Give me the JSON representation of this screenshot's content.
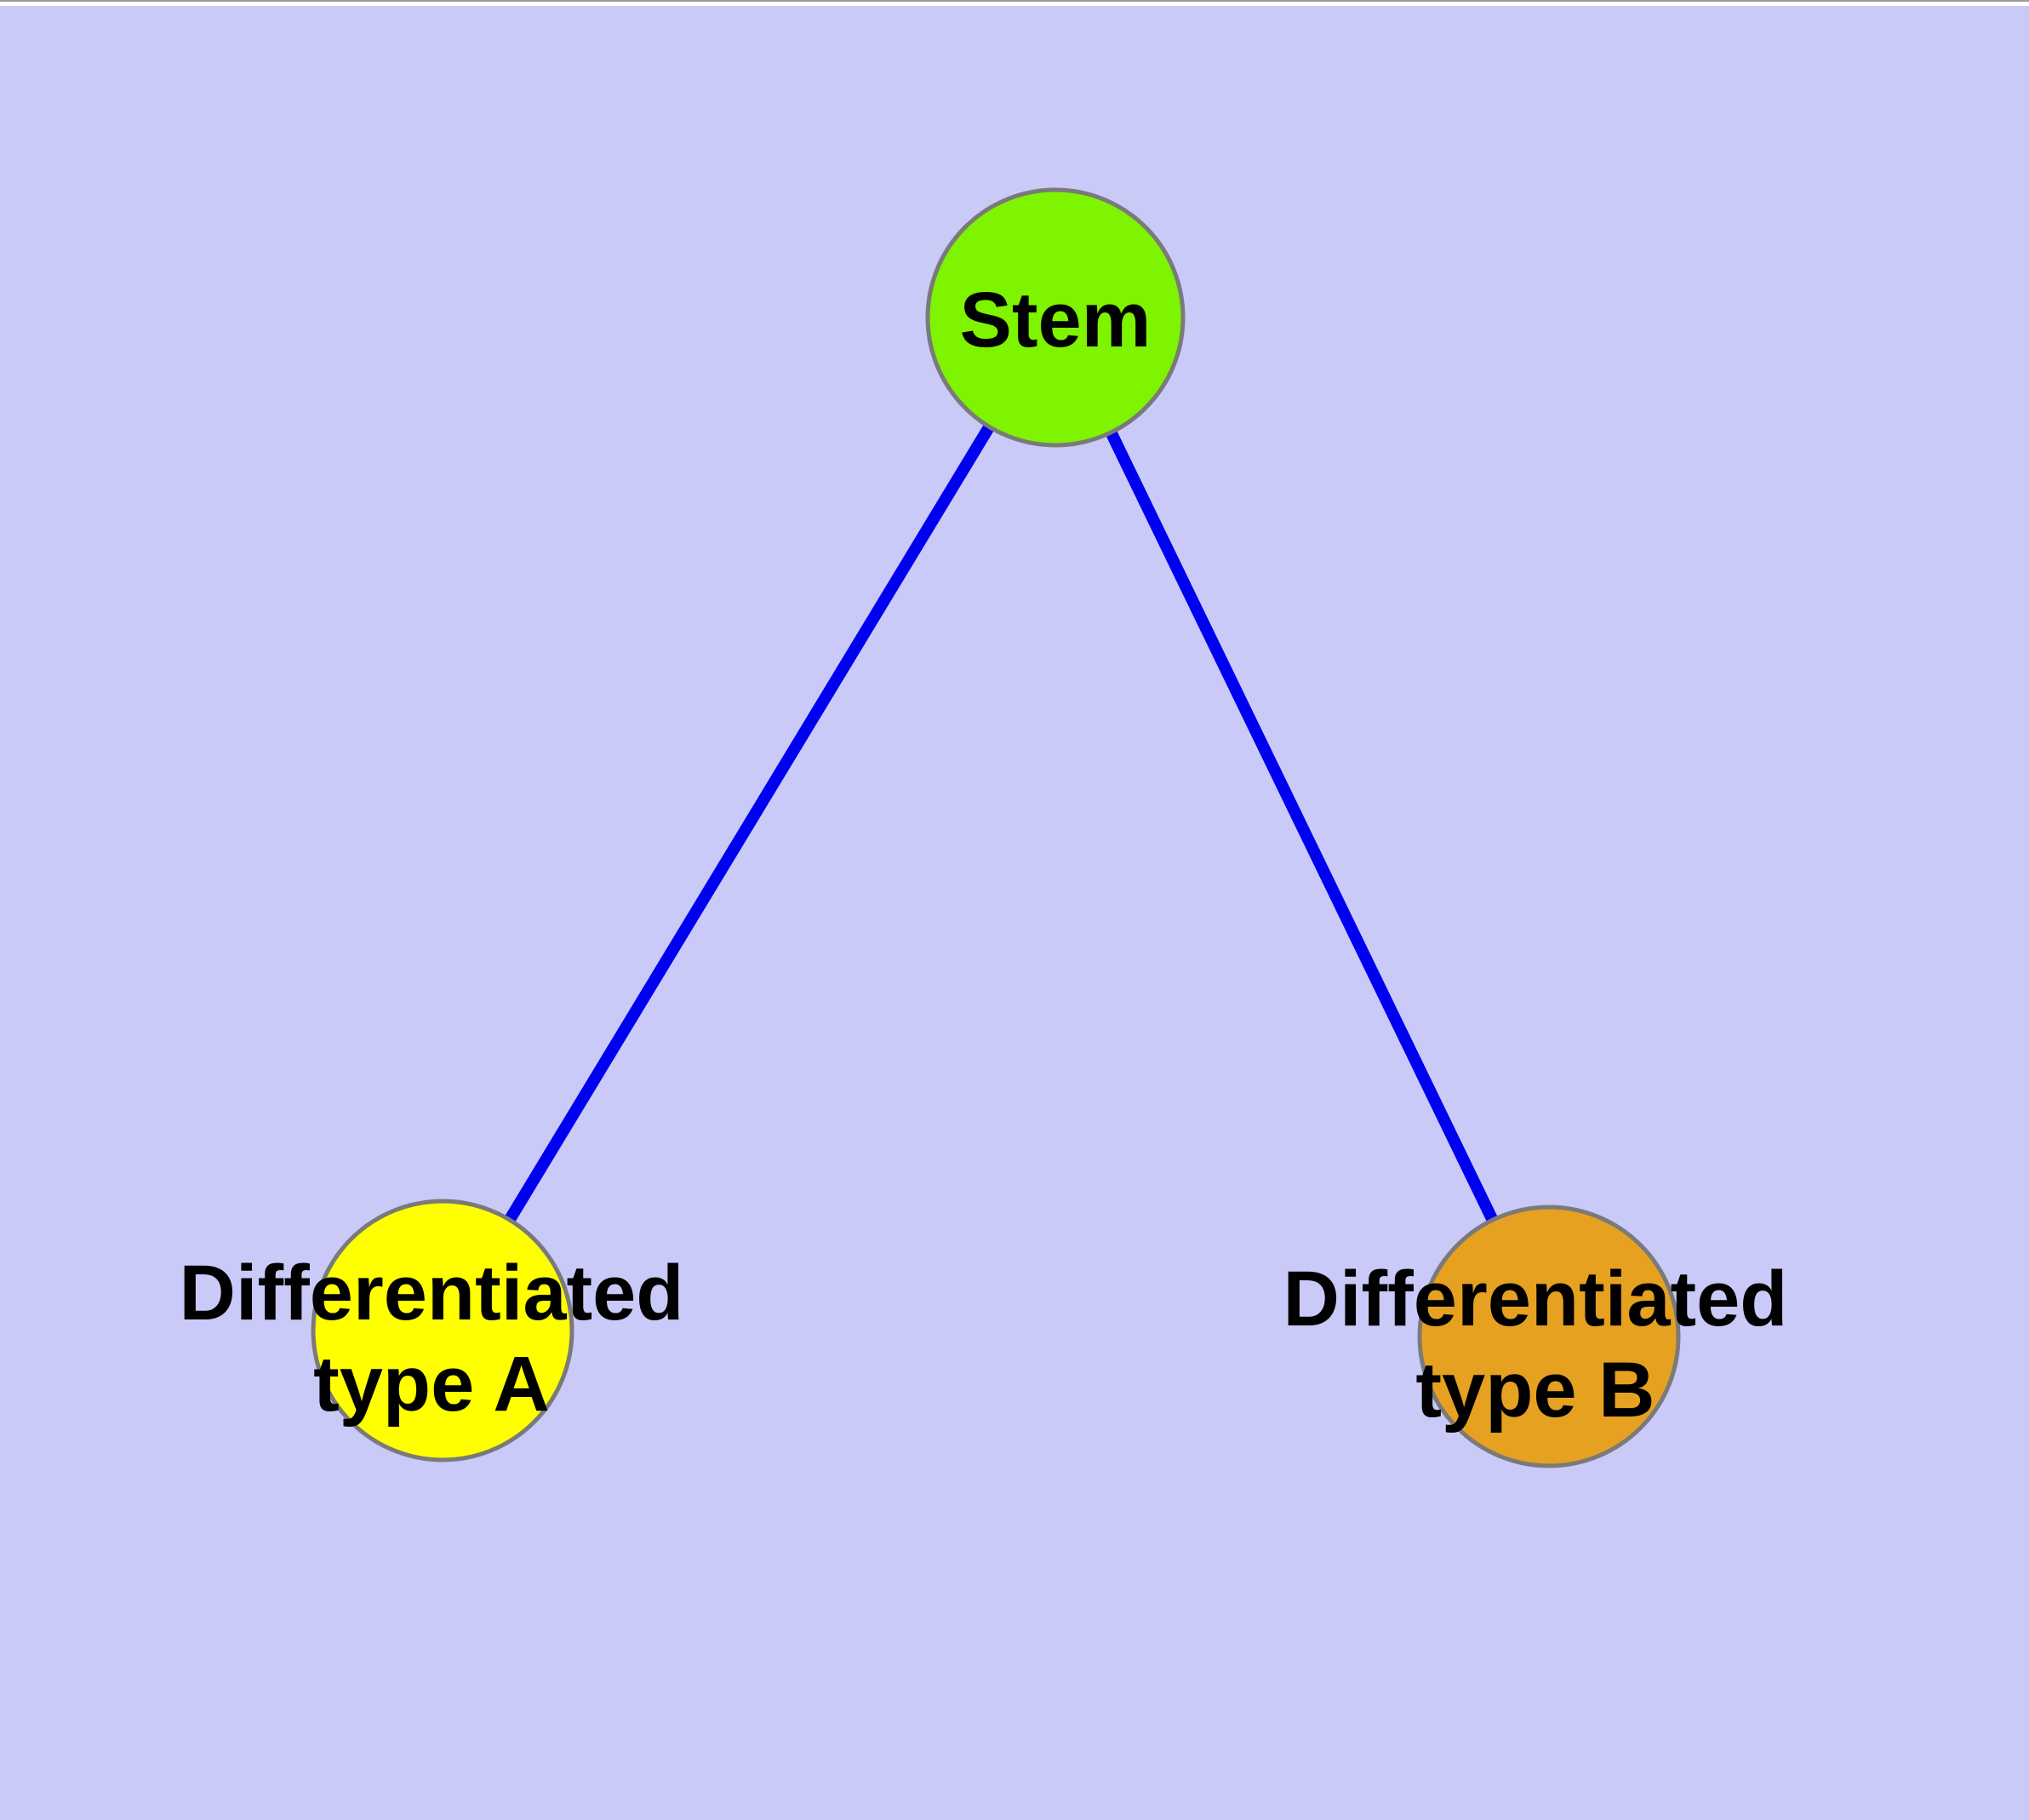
{
  "colors": {
    "background": "#cacaf8",
    "top_strip": "#ffffff",
    "top_strip_border": "#9a9aa4",
    "edge": "#0000f0",
    "node_border": "#7a7a7a",
    "text": "#000000"
  },
  "graph": {
    "nodes": {
      "stem": {
        "label": "Stem",
        "fill": "#7ef400"
      },
      "type_a": {
        "label_line1": "Differentiated",
        "label_line2": "type A",
        "fill": "#ffff00"
      },
      "type_b": {
        "label_line1": "Differentiated",
        "label_line2": "type B",
        "fill": "#e7a120"
      }
    },
    "edges": [
      {
        "from": "Stem",
        "to": "Differentiated type A"
      },
      {
        "from": "Stem",
        "to": "Differentiated type B"
      }
    ]
  }
}
